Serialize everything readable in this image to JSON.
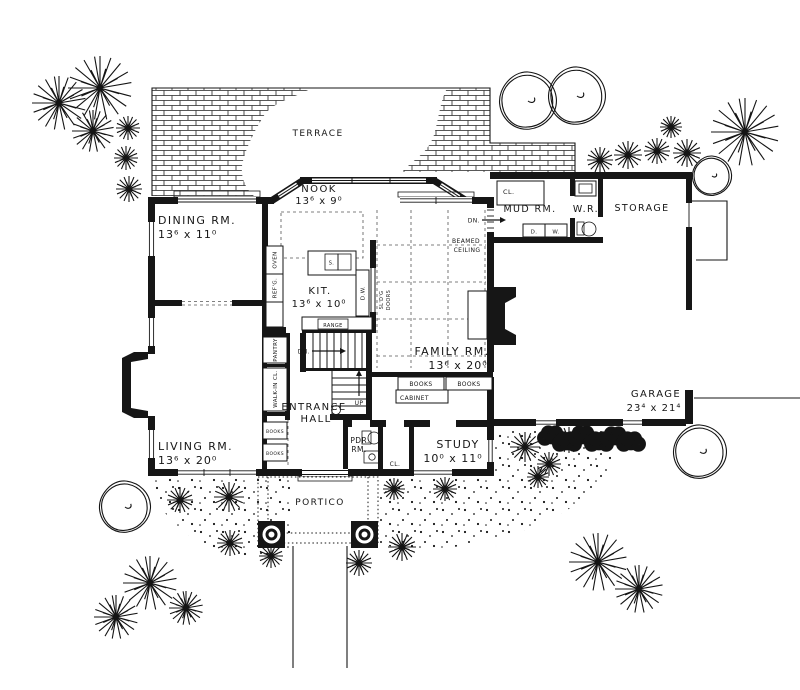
{
  "drawing": {
    "rooms": {
      "terrace": {
        "name": "TERRACE"
      },
      "nook": {
        "name": "NOOK",
        "size": "13⁶ x 9⁰"
      },
      "dining": {
        "name": "DINING RM.",
        "size": "13⁶ x 11⁰"
      },
      "mud_room": {
        "name": "MUD RM."
      },
      "water_closet": {
        "name": "W.R."
      },
      "storage": {
        "name": "STORAGE"
      },
      "kitchen": {
        "name": "KIT.",
        "size": "13⁶ x 10⁰"
      },
      "family_room": {
        "name": "FAMILY RM.",
        "size": "13⁶ x 20⁰",
        "note1": "BEAMED",
        "note2": "CEILING"
      },
      "living_room": {
        "name": "LIVING RM.",
        "size": "13⁶ x 20⁰"
      },
      "entrance_hall": {
        "name1": "ENTRANCE",
        "name2": "HALL"
      },
      "powder_room": {
        "name1": "PDR.",
        "name2": "RM."
      },
      "study": {
        "name": "STUDY",
        "size": "10⁰ x 11⁰"
      },
      "garage": {
        "name": "GARAGE",
        "size": "23⁴ x 21⁴"
      },
      "portico": {
        "name": "PORTICO"
      }
    },
    "fixtures": {
      "oven": "OVEN",
      "refrigerator": "REF'G.",
      "pantry": "PANTRY",
      "walk_in_closet": "WALK-IN CL.",
      "range": "RANGE",
      "dishwasher": "D.W.",
      "sink": "S.",
      "sliding_line1": "SL'D'G",
      "sliding_line2": "DOORS",
      "books": "BOOKS",
      "cabinet": "CABINET",
      "closet": "CL.",
      "dryer": "D.",
      "washer": "W.",
      "down": "DN.",
      "up": "UP"
    },
    "colors": {
      "ink": "#161616",
      "paper": "#ffffff"
    }
  }
}
